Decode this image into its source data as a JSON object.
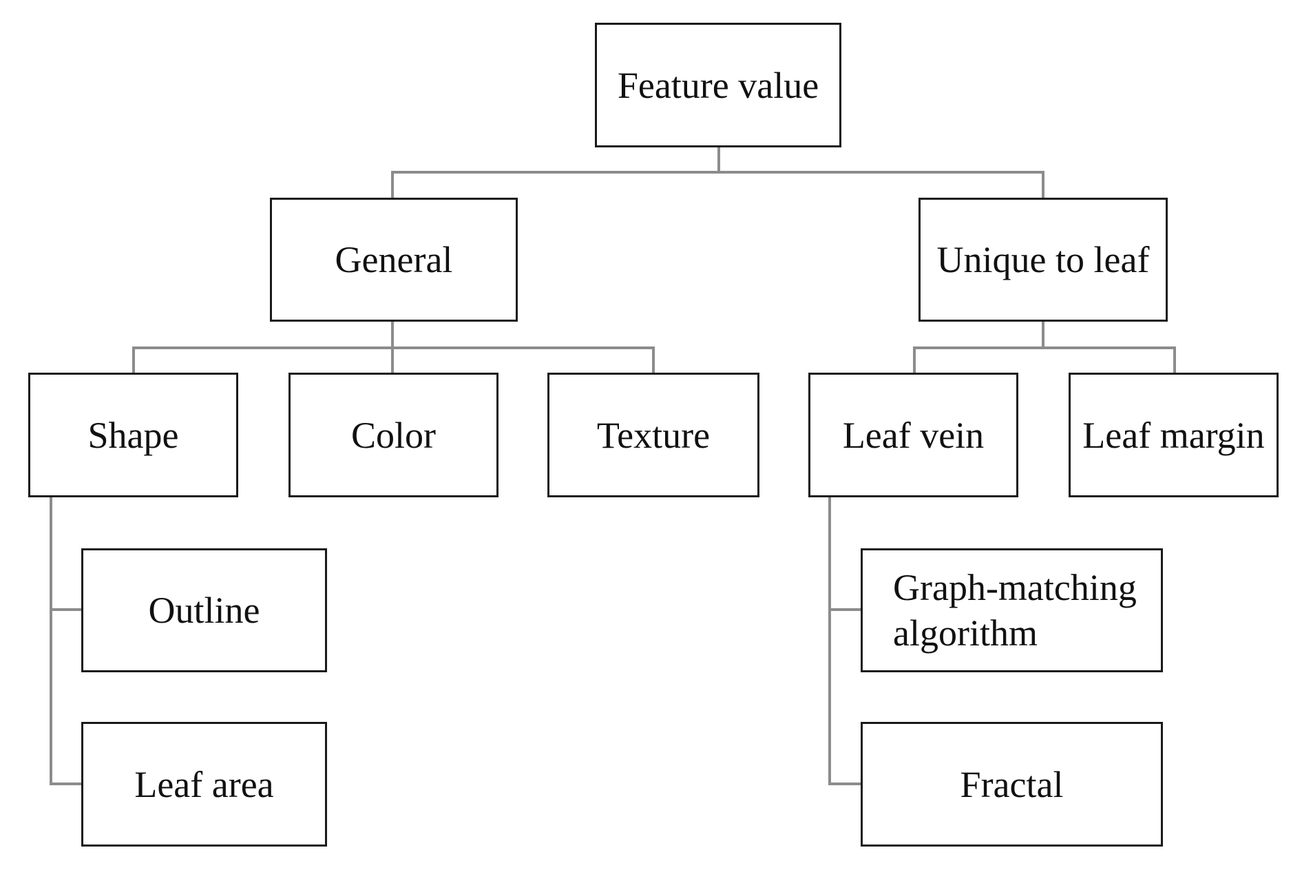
{
  "diagram": {
    "root": {
      "label": "Feature value"
    },
    "general": {
      "label": "General",
      "children": {
        "shape": {
          "label": "Shape",
          "children": {
            "outline": {
              "label": "Outline"
            },
            "leaf_area": {
              "label": "Leaf area"
            }
          }
        },
        "color": {
          "label": "Color"
        },
        "texture": {
          "label": "Texture"
        }
      }
    },
    "unique": {
      "label": "Unique to leaf",
      "children": {
        "leaf_vein": {
          "label": "Leaf vein",
          "children": {
            "graph_matching": {
              "line1": "Graph-matching",
              "line2": "algorithm"
            },
            "fractal": {
              "label": "Fractal"
            }
          }
        },
        "leaf_margin": {
          "label": "Leaf margin"
        }
      }
    }
  },
  "colors": {
    "box_border": "#1a1a1a",
    "connector": "#8c8c8c",
    "text": "#111111",
    "background": "#ffffff"
  }
}
